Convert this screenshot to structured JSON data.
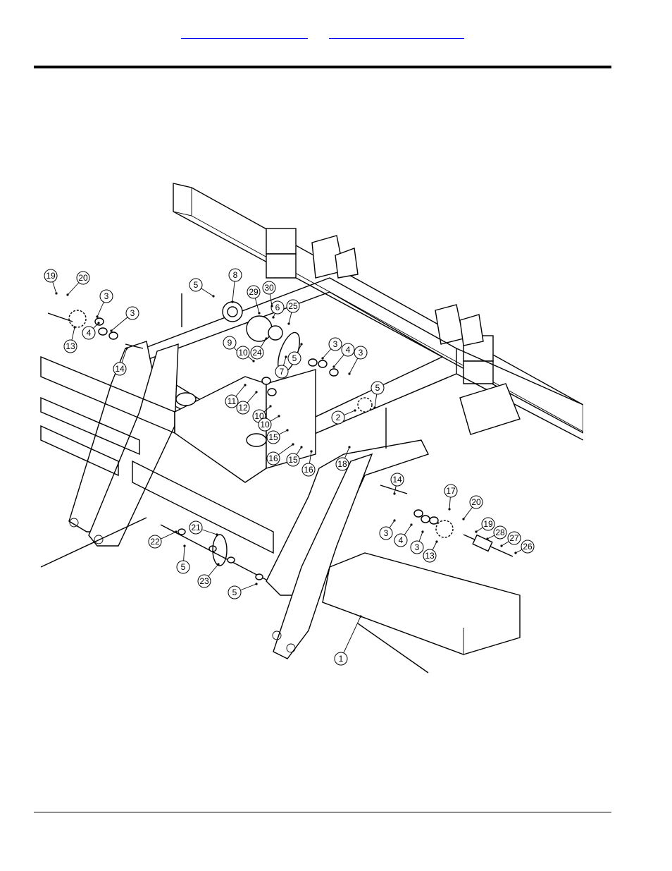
{
  "header": {
    "link_left": "",
    "link_right": ""
  },
  "figure": {
    "callouts": [
      {
        "id": "c1",
        "label": "1"
      },
      {
        "id": "c2",
        "label": "2"
      },
      {
        "id": "c3a",
        "label": "3"
      },
      {
        "id": "c3b",
        "label": "3"
      },
      {
        "id": "c3c",
        "label": "3"
      },
      {
        "id": "c3d",
        "label": "3"
      },
      {
        "id": "c3e",
        "label": "3"
      },
      {
        "id": "c3f",
        "label": "3"
      },
      {
        "id": "c4a",
        "label": "4"
      },
      {
        "id": "c4b",
        "label": "4"
      },
      {
        "id": "c4c",
        "label": "4"
      },
      {
        "id": "c5a",
        "label": "5"
      },
      {
        "id": "c5b",
        "label": "5"
      },
      {
        "id": "c5c",
        "label": "5"
      },
      {
        "id": "c5d",
        "label": "5"
      },
      {
        "id": "c5e",
        "label": "5"
      },
      {
        "id": "c6",
        "label": "6"
      },
      {
        "id": "c7",
        "label": "7"
      },
      {
        "id": "c8",
        "label": "8"
      },
      {
        "id": "c9",
        "label": "9"
      },
      {
        "id": "c10a",
        "label": "10"
      },
      {
        "id": "c10b",
        "label": "10"
      },
      {
        "id": "c10c",
        "label": "10"
      },
      {
        "id": "c11",
        "label": "11"
      },
      {
        "id": "c12",
        "label": "12"
      },
      {
        "id": "c13a",
        "label": "13"
      },
      {
        "id": "c13b",
        "label": "13"
      },
      {
        "id": "c14a",
        "label": "14"
      },
      {
        "id": "c14b",
        "label": "14"
      },
      {
        "id": "c15a",
        "label": "15"
      },
      {
        "id": "c15b",
        "label": "15"
      },
      {
        "id": "c16a",
        "label": "16"
      },
      {
        "id": "c16b",
        "label": "16"
      },
      {
        "id": "c17",
        "label": "17"
      },
      {
        "id": "c18",
        "label": "18"
      },
      {
        "id": "c19a",
        "label": "19"
      },
      {
        "id": "c19b",
        "label": "19"
      },
      {
        "id": "c20a",
        "label": "20"
      },
      {
        "id": "c20b",
        "label": "20"
      },
      {
        "id": "c21",
        "label": "21"
      },
      {
        "id": "c22",
        "label": "22"
      },
      {
        "id": "c23",
        "label": "23"
      },
      {
        "id": "c24",
        "label": "24"
      },
      {
        "id": "c25",
        "label": "25"
      },
      {
        "id": "c26",
        "label": "26"
      },
      {
        "id": "c27",
        "label": "27"
      },
      {
        "id": "c28",
        "label": "28"
      },
      {
        "id": "c29",
        "label": "29"
      },
      {
        "id": "c30",
        "label": "30"
      }
    ]
  }
}
